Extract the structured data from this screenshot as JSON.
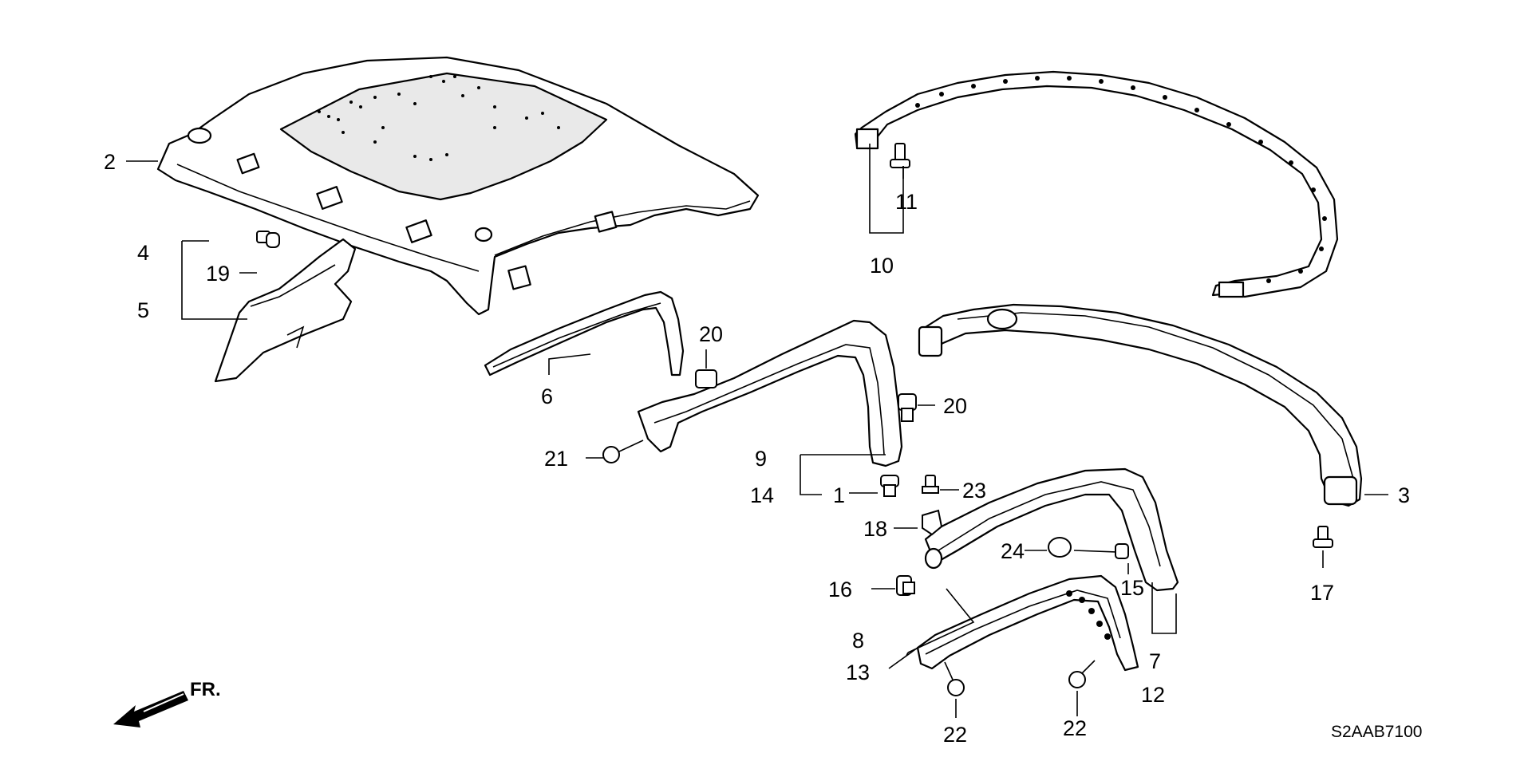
{
  "diagram": {
    "code": "S2AAB7100",
    "direction_label": "FR.",
    "callouts": {
      "c1": "1",
      "c2": "2",
      "c3": "3",
      "c4": "4",
      "c5": "5",
      "c6": "6",
      "c7": "7",
      "c8": "8",
      "c9": "9",
      "c10": "10",
      "c11": "11",
      "c12": "12",
      "c13": "13",
      "c14": "14",
      "c15": "15",
      "c16": "16",
      "c17": "17",
      "c18": "18",
      "c19": "19",
      "c20a": "20",
      "c20b": "20",
      "c21": "21",
      "c22a": "22",
      "c22b": "22",
      "c23": "23",
      "c24": "24"
    }
  }
}
